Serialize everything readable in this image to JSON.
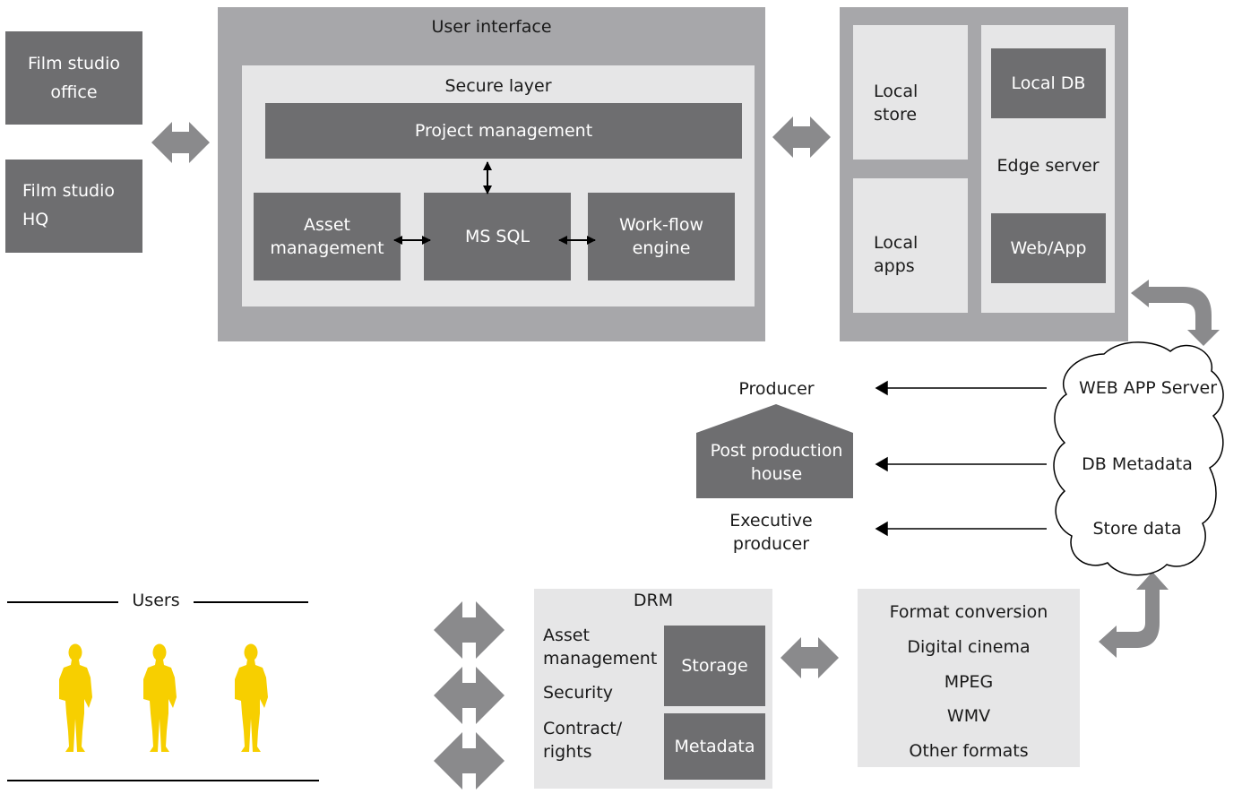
{
  "offices": {
    "office": [
      "Film studio",
      "office"
    ],
    "hq": [
      "Film studio",
      "HQ"
    ]
  },
  "ui_panel": {
    "title": "User interface",
    "secure_layer": "Secure layer",
    "project_management": "Project management",
    "asset_management": [
      "Asset",
      "management"
    ],
    "ms_sql": "MS SQL",
    "workflow_engine": [
      "Work-flow",
      "engine"
    ]
  },
  "edge_panel": {
    "local_store": [
      "Local",
      "store"
    ],
    "local_apps": [
      "Local",
      "apps"
    ],
    "local_db": "Local DB",
    "edge_server": "Edge server",
    "web_app": "Web/App"
  },
  "cloud": {
    "web_app_server": "WEB APP Server",
    "db_metadata": "DB Metadata",
    "store_data": "Store data"
  },
  "post_production": {
    "producer": "Producer",
    "house": [
      "Post production",
      "house"
    ],
    "executive_producer": [
      "Executive",
      "producer"
    ]
  },
  "users": {
    "label": "Users",
    "figure_color": "#f7cf00"
  },
  "drm": {
    "title": "DRM",
    "asset_management": [
      "Asset",
      "management"
    ],
    "security": "Security",
    "contract_rights": [
      "Contract/",
      "rights"
    ],
    "storage": "Storage",
    "metadata": "Metadata"
  },
  "formats": {
    "items": [
      "Format conversion",
      "Digital cinema",
      "MPEG",
      "WMV",
      "Other formats"
    ]
  },
  "colors": {
    "dark_box": "#6e6e70",
    "mid_panel": "#a7a7aa",
    "light_panel": "#e6e6e7",
    "arrow_gray": "#8a8a8c",
    "accent_yellow": "#f7cf00"
  }
}
